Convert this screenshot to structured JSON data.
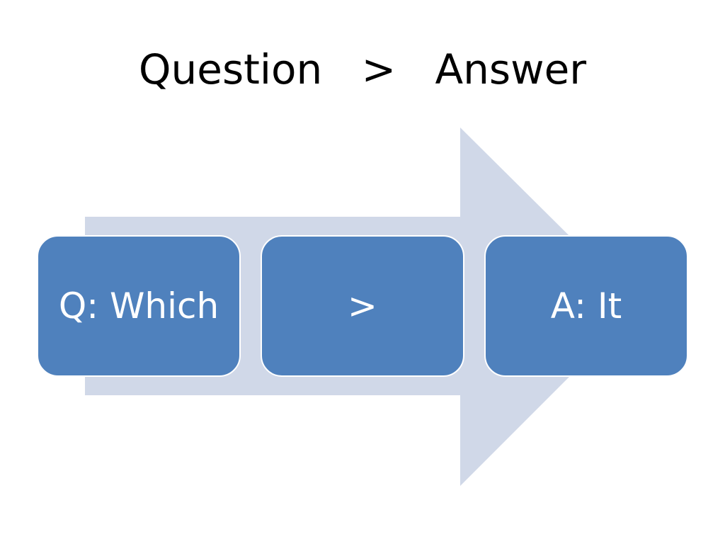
{
  "slide": {
    "title": "Question   >   Answer"
  },
  "diagram": {
    "steps": [
      {
        "label": "Q: Which"
      },
      {
        "label": ">"
      },
      {
        "label": "A: It"
      }
    ],
    "colors": {
      "arrow": "#d0d8e8",
      "box_fill": "#4f81bd",
      "box_border": "#ffffff",
      "box_text": "#ffffff"
    }
  }
}
